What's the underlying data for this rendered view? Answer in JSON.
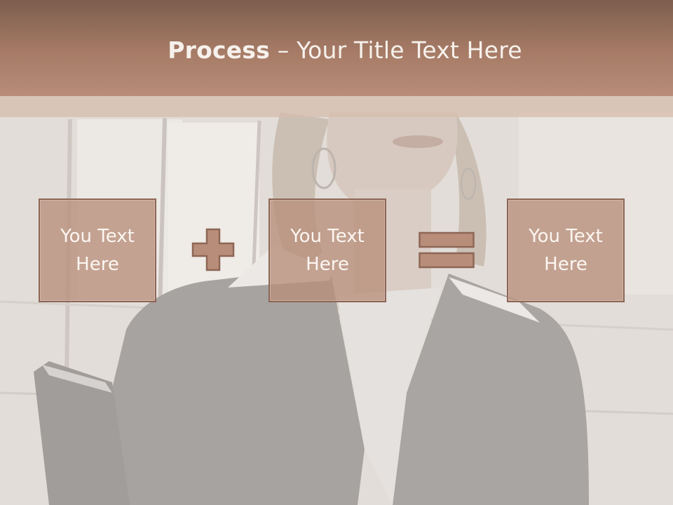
{
  "title": {
    "bold": "Process",
    "separator": " – ",
    "rest": "Your Title Text Here"
  },
  "process": {
    "step1": "You Text Here",
    "step2": "You Text Here",
    "step3": "You Text Here",
    "operator1": "plus-icon",
    "operator2": "equals-icon"
  },
  "colors": {
    "title_bar": "#a77c67",
    "box_fill": "#b88e7a",
    "box_border": "#8d6656",
    "text_light": "#f6f1ec"
  }
}
